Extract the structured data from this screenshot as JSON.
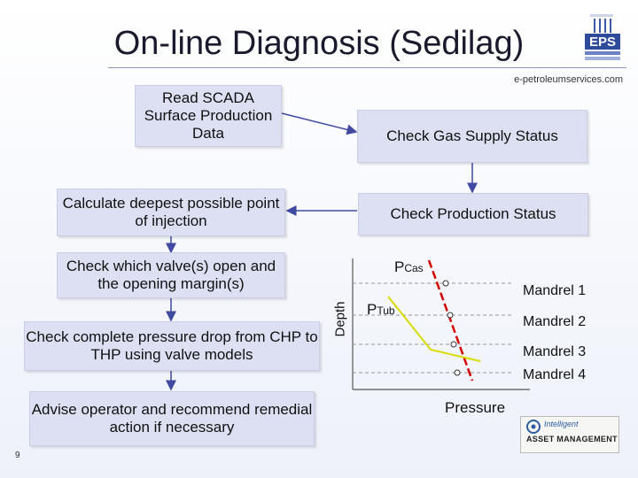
{
  "header": {
    "title": "On-line Diagnosis (Sedilag)",
    "subtitle": "e-petroleumservices.com",
    "logo_text": "EPS"
  },
  "flow": {
    "read_scada": "Read SCADA Surface Production Data",
    "check_gas": "Check Gas Supply Status",
    "calc_deepest": "Calculate deepest possible point of injection",
    "check_production": "Check Production Status",
    "check_valves": "Check which valve(s) open and the opening margin(s)",
    "check_pressure": "Check complete pressure drop from CHP to THP using valve models",
    "advise": "Advise operator and recommend remedial action if necessary"
  },
  "plot": {
    "ylabel": "Depth",
    "xlabel": "Pressure",
    "pcas": {
      "main": "P",
      "sub": "Cas"
    },
    "ptub": {
      "main": "P",
      "sub": "Tub"
    },
    "mandrels": [
      "Mandrel 1",
      "Mandrel 2",
      "Mandrel 3",
      "Mandrel 4"
    ]
  },
  "footer": {
    "page_number": "9",
    "partner_logo_top": "Intelligent",
    "partner_logo_bottom": "ASSET MANAGEMENT"
  },
  "colors": {
    "box_fill": "#dde0f2",
    "casing_line": "#d40000",
    "tubing_line": "#d8dc00",
    "arrow": "#3f4aa0"
  }
}
